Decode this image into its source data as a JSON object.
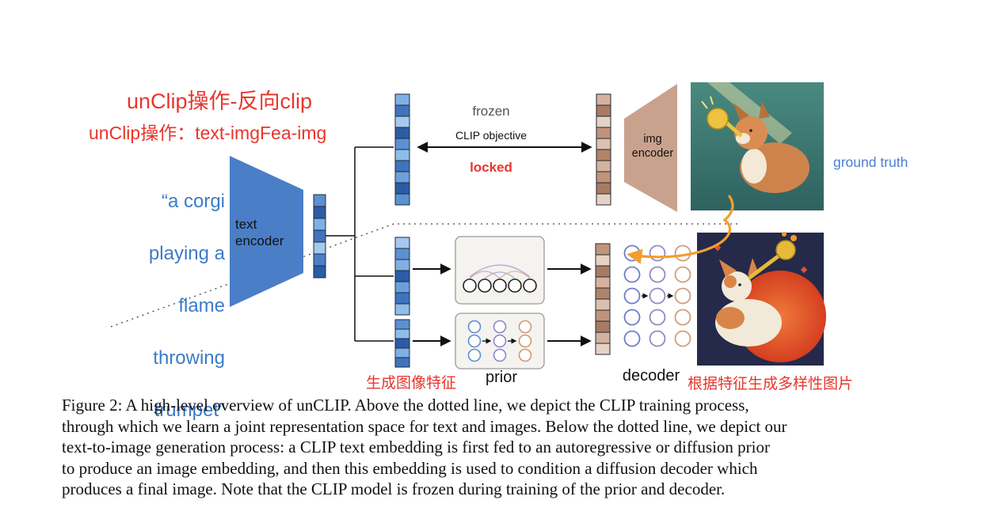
{
  "colors": {
    "red": "#e8362d",
    "blue_text": "#3c7bc9",
    "text_encoder": "#4a7ec7",
    "img_encoder": "#c9a28d",
    "frozen_gray": "#555555",
    "orange_arrow": "#f29e2e",
    "prior_box": "#f4f3f0"
  },
  "annotations": {
    "title": "unClip操作-反向clip",
    "subtitle": "unClip操作：text-imgFea-img",
    "features_label": "生成图像特征",
    "diverse_label": "根据特征生成多样性图片"
  },
  "diagram": {
    "prompt_lines": [
      "“a corgi",
      "playing a",
      "flame",
      "throwing",
      "trumpet”"
    ],
    "text_encoder_label": "text\nencoder",
    "img_encoder_label": "img\nencoder",
    "frozen": "frozen",
    "clip_objective": "CLIP objective",
    "locked": "locked",
    "ground_truth": "ground truth",
    "prior": "prior",
    "decoder": "decoder"
  },
  "stacks": {
    "encoder_out": [
      "#5b90d2",
      "#2c5ca3",
      "#7fafe4",
      "#3f74bc",
      "#a6c8ee",
      "#4a80c8",
      "#2c5ca3"
    ],
    "text_top": [
      "#7fafe4",
      "#3f74bc",
      "#a6c8ee",
      "#2c5ca3",
      "#5b90d2",
      "#8fbce9",
      "#3f74bc",
      "#6ba0dc",
      "#2c5ca3",
      "#5b90d2"
    ],
    "img_top": [
      "#d4b29e",
      "#a87b60",
      "#e6d2c4",
      "#c09478",
      "#dcc0ae",
      "#b08466",
      "#d4b29e",
      "#c09478",
      "#a87b60",
      "#e6d2c4"
    ],
    "prior_in_a": [
      "#a6c8ee",
      "#5b90d2",
      "#7fafe4",
      "#2c5ca3",
      "#6ba0dc",
      "#3f74bc",
      "#8fbce9"
    ],
    "prior_in_b": [
      "#5b90d2",
      "#8fbce9",
      "#2c5ca3",
      "#7fafe4",
      "#3f74bc"
    ],
    "img_mid": [
      "#c09478",
      "#e6d2c4",
      "#a87b60",
      "#d4b29e",
      "#b08466",
      "#dcc0ae",
      "#c09478",
      "#a87b60",
      "#d4b29e",
      "#e6d2c4"
    ]
  },
  "caption": {
    "lines": [
      "Figure 2: A high-level overview of unCLIP. Above the dotted line, we depict the CLIP training process,",
      "through which we learn a joint representation space for text and images. Below the dotted line, we depict our",
      "text-to-image generation process: a CLIP text embedding is first fed to an autoregressive or diffusion prior",
      "to produce an image embedding, and then this embedding is used to condition a diffusion decoder which",
      "produces a final image. Note that the CLIP model is frozen during training of the prior and decoder."
    ]
  }
}
